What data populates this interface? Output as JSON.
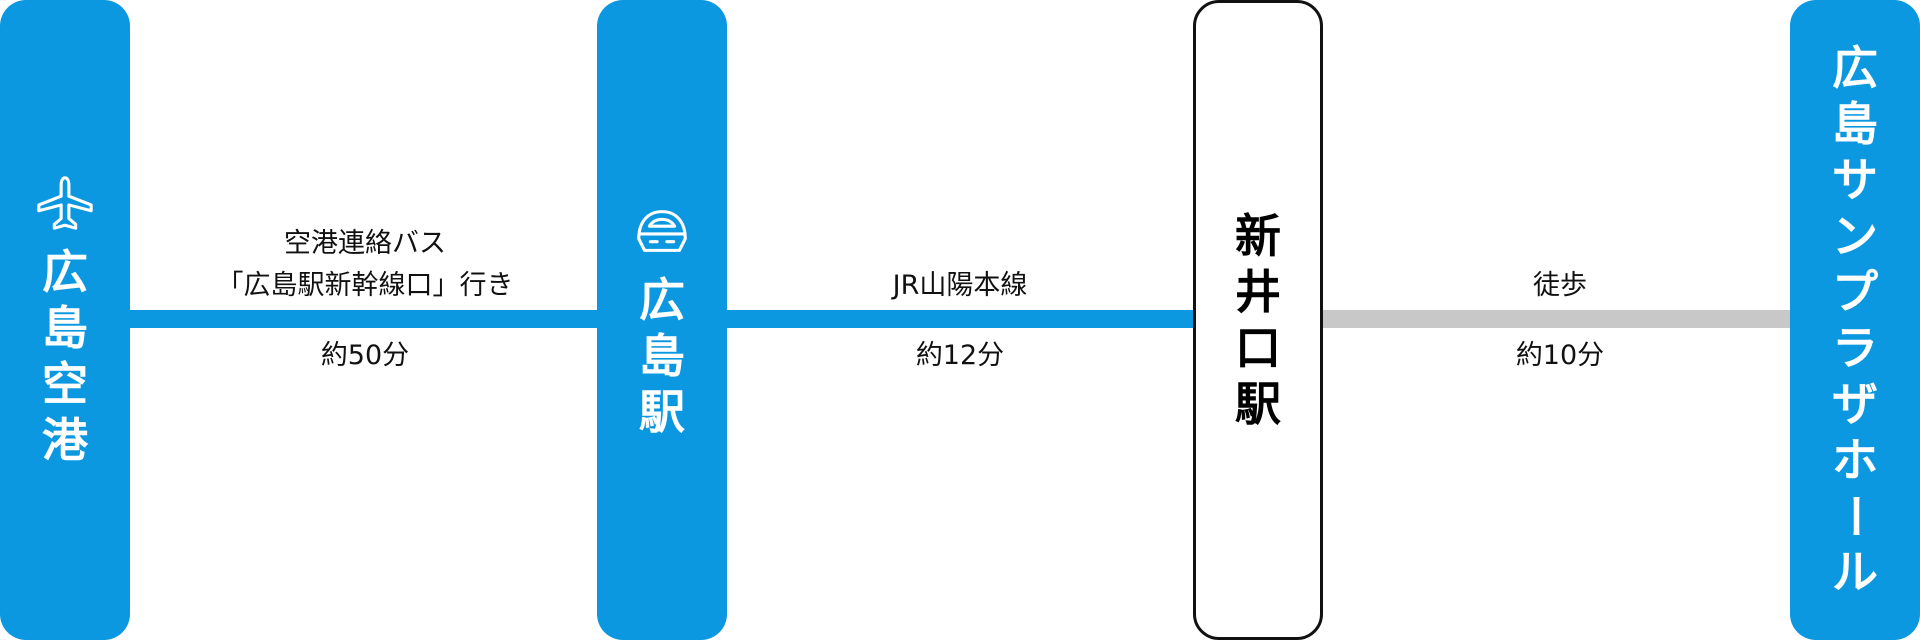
{
  "colors": {
    "station_blue": "#0b98e0",
    "line_blue": "#0b98e0",
    "walk_gray": "#c8c8c8"
  },
  "stations": [
    {
      "name": "広島空港",
      "chars": [
        "広",
        "島",
        "空",
        "港"
      ],
      "icon": "airplane-icon"
    },
    {
      "name": "広島駅",
      "chars": [
        "広",
        "島",
        "駅"
      ],
      "icon": "shinkansen-train-icon"
    },
    {
      "name": "新井口駅",
      "chars": [
        "新",
        "井",
        "口",
        "駅"
      ]
    },
    {
      "name": "広島サンプラザホール",
      "chars": [
        "広",
        "島",
        "サ",
        "ン",
        "プ",
        "ラ",
        "ザ",
        "ホ",
        "ー",
        "ル"
      ]
    }
  ],
  "segments": [
    {
      "mode": "bus",
      "label_line1": "空港連絡バス",
      "label_line2": "「広島駅新幹線口」行き",
      "time": "約50分"
    },
    {
      "mode": "train",
      "label_line1": "JR山陽本線",
      "time": "約12分"
    },
    {
      "mode": "walk",
      "label_line1": "徒歩",
      "time": "約10分"
    }
  ]
}
